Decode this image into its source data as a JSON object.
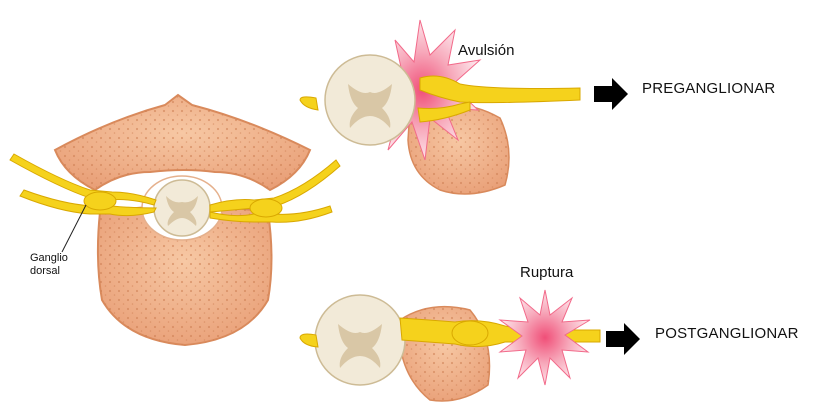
{
  "labels": {
    "ganglio_line1": "Ganglio",
    "ganglio_line2": "dorsal",
    "avulsion": "Avulsión",
    "ruptura": "Ruptura",
    "preganglionar": "PREGANGLIONAR",
    "postganglionar": "POSTGANGLIONAR"
  },
  "colors": {
    "bone": "#f2b58c",
    "bone_dark": "#d98a5c",
    "bone_pores": "#c97a4e",
    "cord": "#f2ead8",
    "gray_matter": "#d9c7a6",
    "nerve": "#f5d21c",
    "nerve_dark": "#d9a800",
    "injury": "#f26a8a",
    "injury_glow": "#fbc6d2",
    "arrow": "#000000"
  },
  "icons": {
    "arrow_pre": "right-arrow-icon",
    "arrow_post": "right-arrow-icon"
  }
}
